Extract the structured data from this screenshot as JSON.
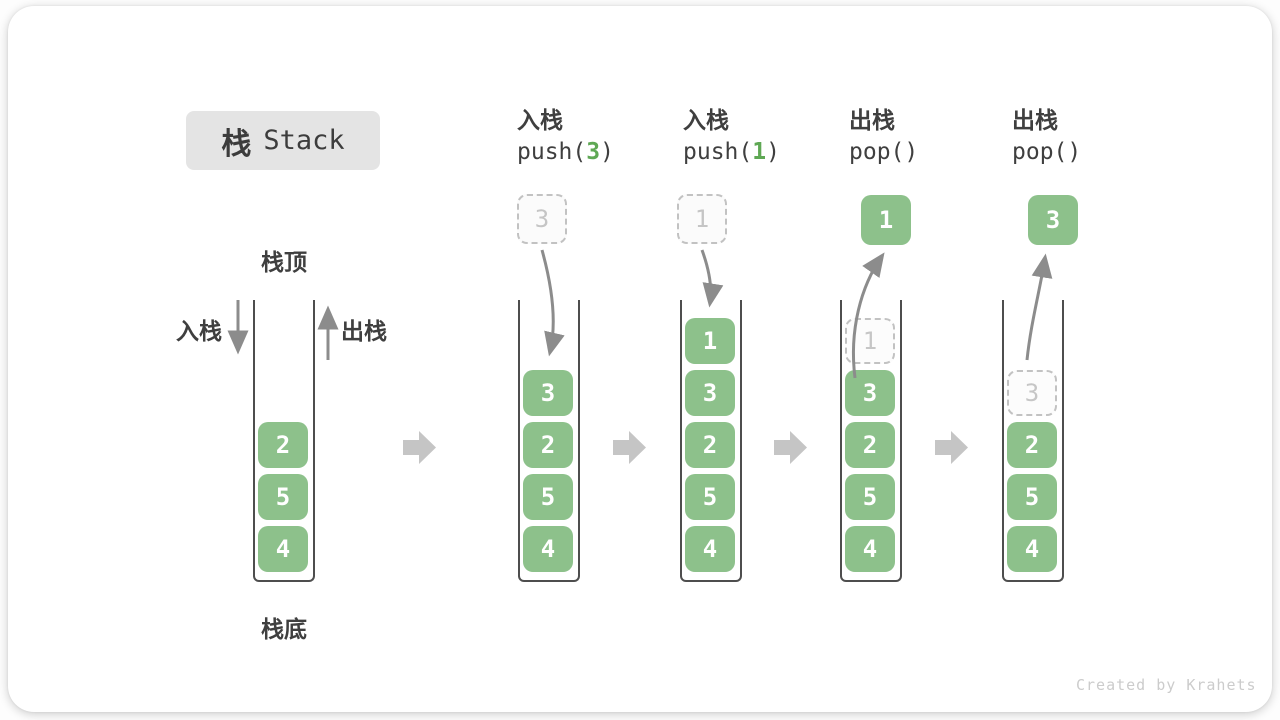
{
  "title": {
    "zh": "栈",
    "en": "Stack"
  },
  "annotations": {
    "stack_top": "栈顶",
    "stack_bottom": "栈底",
    "push_side": "入栈",
    "pop_side": "出栈"
  },
  "operations": [
    {
      "name": "入栈",
      "code_pre": "push(",
      "arg": "3",
      "code_post": ")"
    },
    {
      "name": "入栈",
      "code_pre": "push(",
      "arg": "1",
      "code_post": ")"
    },
    {
      "name": "出栈",
      "code_pre": "pop(",
      "arg": "",
      "code_post": ")"
    },
    {
      "name": "出栈",
      "code_pre": "pop(",
      "arg": "",
      "code_post": ")"
    }
  ],
  "floating_values": [
    {
      "value": "3",
      "style": "ghost"
    },
    {
      "value": "1",
      "style": "ghost"
    },
    {
      "value": "1",
      "style": "solid"
    },
    {
      "value": "3",
      "style": "solid"
    }
  ],
  "stacks": [
    {
      "cells": [
        "2",
        "5",
        "4"
      ]
    },
    {
      "cells": [
        "3",
        "2",
        "5",
        "4"
      ]
    },
    {
      "cells": [
        "1",
        "3",
        "2",
        "5",
        "4"
      ]
    },
    {
      "ghost": "1",
      "cells": [
        "3",
        "2",
        "5",
        "4"
      ]
    },
    {
      "ghost": "3",
      "cells": [
        "2",
        "5",
        "4"
      ]
    }
  ],
  "watermark": "Created by Krahets",
  "colors": {
    "box_green": "#8DC18B",
    "code_arg_green": "#5FA854",
    "ghost_gray": "#C2C2C2",
    "curved_arrow_gray": "#8C8C8C",
    "block_arrow_gray": "#C5C5C5",
    "text_dark": "#3F3F3F",
    "title_bg": "#E4E4E4"
  }
}
